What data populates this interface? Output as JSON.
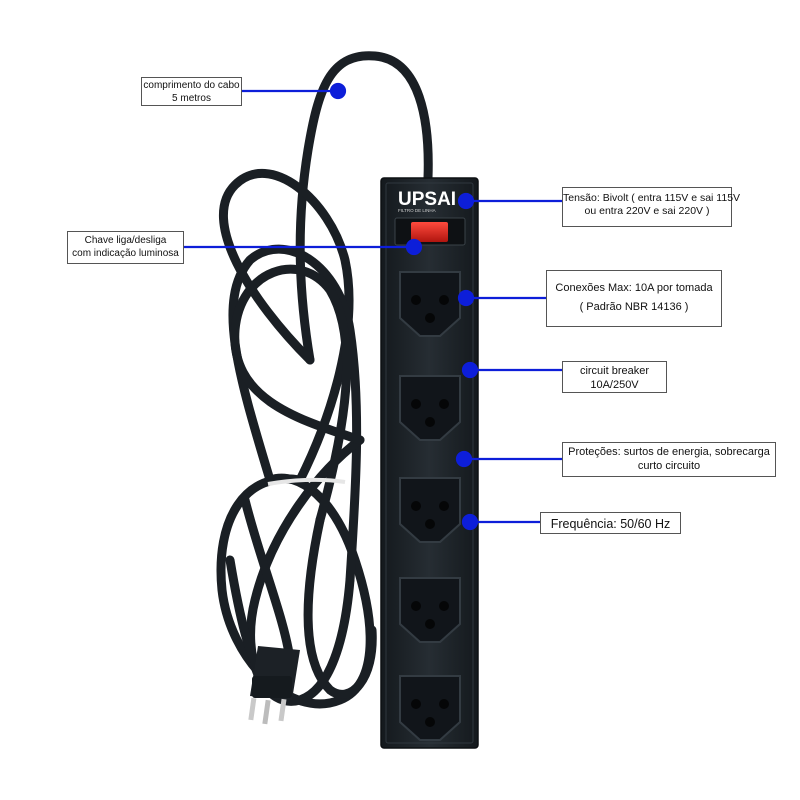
{
  "product": {
    "brand": "UPSAI",
    "brand_sub": "FILTRO DE LINHA"
  },
  "colors": {
    "marker": "#0d1ed9",
    "strip_body": "#1d2328",
    "cable": "#1a1f24",
    "switch": "#d41f1f",
    "background": "#ffffff"
  },
  "callouts": {
    "cable_length": {
      "line1": "comprimento do cabo",
      "line2": "5 metros"
    },
    "voltage": {
      "line1": "Tensão: Bivolt ( entra 115V e sai 115V",
      "line2": "ou entra 220V e sai 220V )"
    },
    "switch": {
      "line1": "Chave liga/desliga",
      "line2": "com indicação luminosa"
    },
    "connections": {
      "line1": "Conexões Max: 10A por tomada",
      "line2": "( Padrão NBR 14136 )"
    },
    "breaker": {
      "line1": "circuit breaker",
      "line2": "10A/250V"
    },
    "protections": {
      "line1": "Proteções: surtos de energia, sobrecarga",
      "line2": "curto circuito"
    },
    "frequency": {
      "line1": "Frequência: 50/60 Hz"
    }
  }
}
